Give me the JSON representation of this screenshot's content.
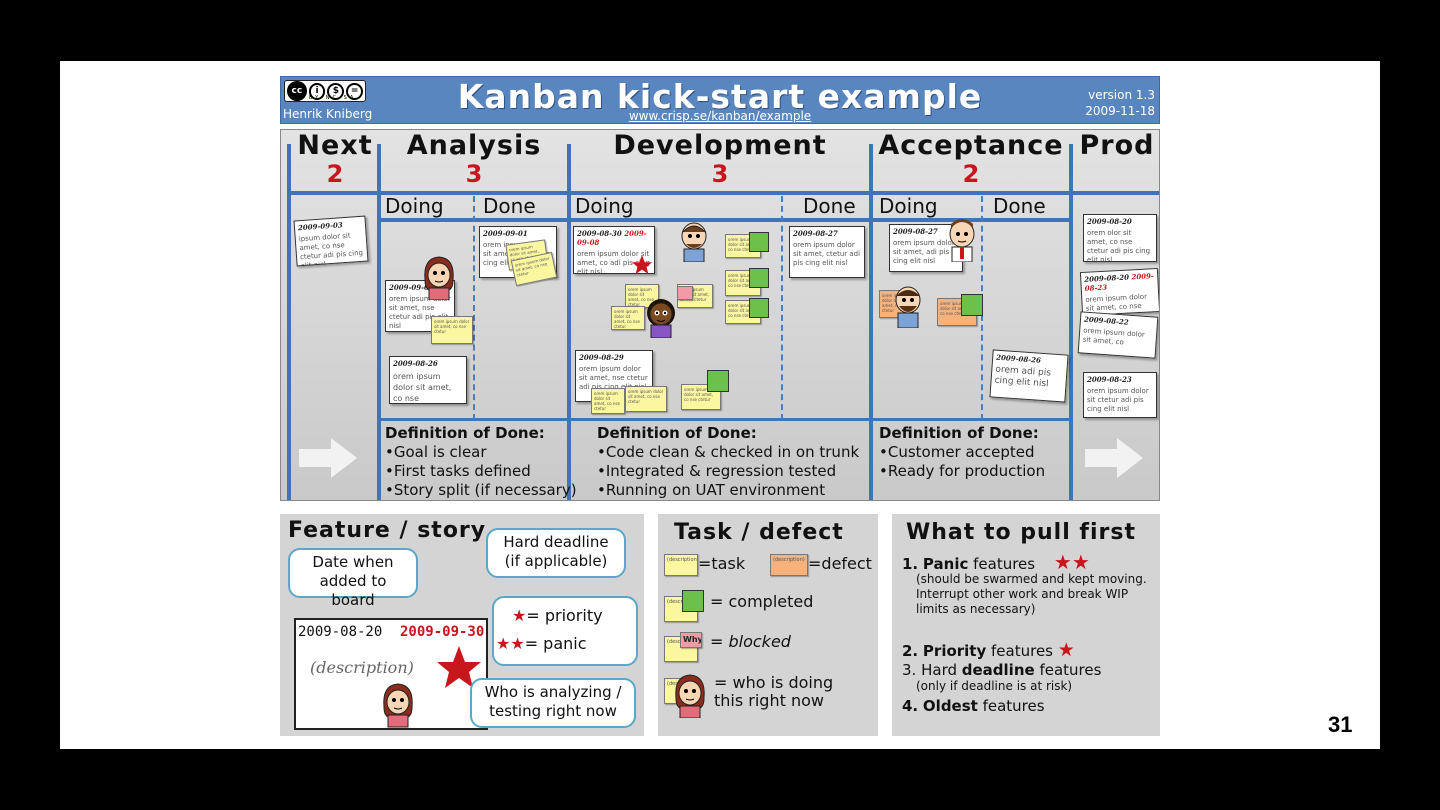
{
  "slide_number": "31",
  "header": {
    "cc_symbols": [
      "cc",
      "i",
      "$",
      "="
    ],
    "cc_sub": "BY NC SA",
    "author": "Henrik Kniberg",
    "title": "Kanban kick-start example",
    "url": "www.crisp.se/kanban/example",
    "version": "version 1.3",
    "date": "2009-11-18"
  },
  "board": {
    "columns": [
      {
        "title": "Next",
        "limit": "2"
      },
      {
        "title": "Analysis",
        "limit": "3"
      },
      {
        "title": "Development",
        "limit": "3"
      },
      {
        "title": "Acceptance",
        "limit": "2"
      },
      {
        "title": "Prod",
        "limit": ""
      }
    ],
    "sub_labels": {
      "doing": "Doing",
      "done": "Done"
    },
    "cards": {
      "next_1": {
        "date": "2009-09-03",
        "text": "ipsum dolor sit amet, co nse ctetur adi pis cing elit nisl"
      },
      "an_doing_1": {
        "date": "2009-09-02",
        "text": "orem ipsum dolor sit amet, nse ctetur adi pis elit nisl"
      },
      "an_doing_2": {
        "date": "2009-08-26",
        "text": "orem ipsum dolor sit amet, co nse"
      },
      "an_done_1": {
        "date": "2009-09-01",
        "text": "orem ipsum dolor sit amet, co adi pis cing elit"
      },
      "dev_doing_1": {
        "date": "2009-08-30",
        "deadline": "2009-09-08",
        "text": "orem ipsum dolor sit amet, co adi pis cing elit nisl"
      },
      "dev_doing_2": {
        "date": "2009-08-29",
        "text": "orem ipsum dolor sit amet, nse ctetur adi pis cing elit nisl"
      },
      "dev_done_1": {
        "date": "2009-08-27",
        "text": "orem ipsum dolor sit amet, ctetur adi pis cing elit nisl"
      },
      "acc_doing_1": {
        "date": "2009-08-27",
        "text": "orem ipsum dolor sit amet, adi pis cing elit nisl"
      },
      "acc_done_1": {
        "date": "2009-08-26",
        "text": "orem adi pis cing elit nisl"
      },
      "prod_1": {
        "date": "2009-08-20",
        "text": "orem olor sit amet, co nse ctetur adi pis cing elit nisl"
      },
      "prod_2": {
        "date": "2009-08-20",
        "deadline": "2009-08-23",
        "text": "orem ipsum dolor sit amet, co nse ctetur adi pis cing elit nisl"
      },
      "prod_3": {
        "date": "2009-08-22",
        "text": "orem ipsum dolor sit amet, co"
      },
      "prod_4": {
        "date": "2009-08-23",
        "text": "orem ipsum dolor sit ctetur adi pis cing elit nisl"
      }
    },
    "sticky_text": "orem ipsum dolor sit amet, co nse ctetur",
    "dod": {
      "heading": "Definition of Done:",
      "analysis": [
        "•Goal is clear",
        "•First tasks defined",
        "•Story split (if necessary)"
      ],
      "development": [
        "•Code clean & checked in on trunk",
        "•Integrated & regression tested",
        "•Running on UAT environment"
      ],
      "acceptance": [
        "•Customer accepted",
        "•Ready for production"
      ]
    }
  },
  "legend_feature": {
    "title": "Feature / story",
    "bubble_date": "Date when added to board",
    "bubble_deadline": "Hard deadline (if applicable)",
    "bubble_priority": "= priority",
    "bubble_panic": "= panic",
    "bubble_who": "Who is analyzing / testing right now",
    "card_date": "2009-08-20",
    "card_deadline": "2009-09-30",
    "card_description": "(description)"
  },
  "legend_task": {
    "title": "Task / defect",
    "sticky_label": "(description)",
    "task": "=task",
    "defect": "=defect",
    "completed": "= completed",
    "blocked": "= blocked",
    "blocked_note": "Why",
    "who": "= who is doing this right now"
  },
  "legend_pull": {
    "title": "What to pull first",
    "item1_bold": "Panic",
    "item1_rest": " features",
    "item1_sub": "(should be swarmed and kept moving. Interrupt other work and break WIP limits as necessary)",
    "item2_bold": "Priority",
    "item2_rest": " features",
    "item3_pre": "Hard ",
    "item3_bold": "deadline",
    "item3_rest": " features",
    "item3_sub": "(only if deadline is at risk)",
    "item4_bold": "Oldest",
    "item4_rest": " features",
    "numbers": [
      "1.",
      "2.",
      "3.",
      "4."
    ]
  },
  "colors": {
    "header_blue": "#5a86c0",
    "board_line_blue": "#3f74b8",
    "deadline_red": "#c8161d",
    "sticky_yellow": "#fbf6a0",
    "defect_orange": "#f7b27c",
    "blocked_pink": "#f29aa6",
    "completed_green": "#6cc14a",
    "bubble_border": "#5aa7c9"
  }
}
